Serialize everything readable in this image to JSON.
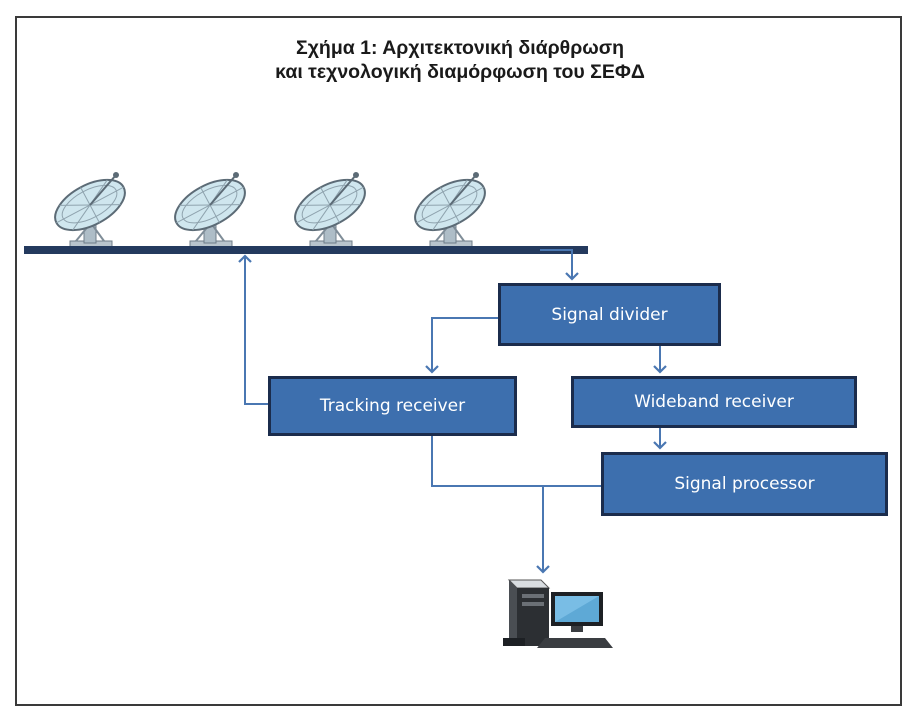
{
  "figure": {
    "title_line1": "Σχήμα 1: Αρχιτεκτονική διάρθρωση",
    "title_line2": "και τεχνολογική διαμόρφωση του ΣΕΦΔ"
  },
  "nodes": {
    "signal_divider": "Signal divider",
    "tracking_receiver": "Tracking receiver",
    "wideband_receiver": "Wideband receiver",
    "signal_processor": "Signal processor"
  },
  "icons": {
    "antenna_array": "satellite-dish-icon",
    "computer": "desktop-computer-icon"
  },
  "colors": {
    "box_fill": "#3d6fae",
    "box_border": "#1b2c4c",
    "arrow": "#4a77b2",
    "platform": "#243a5e"
  }
}
